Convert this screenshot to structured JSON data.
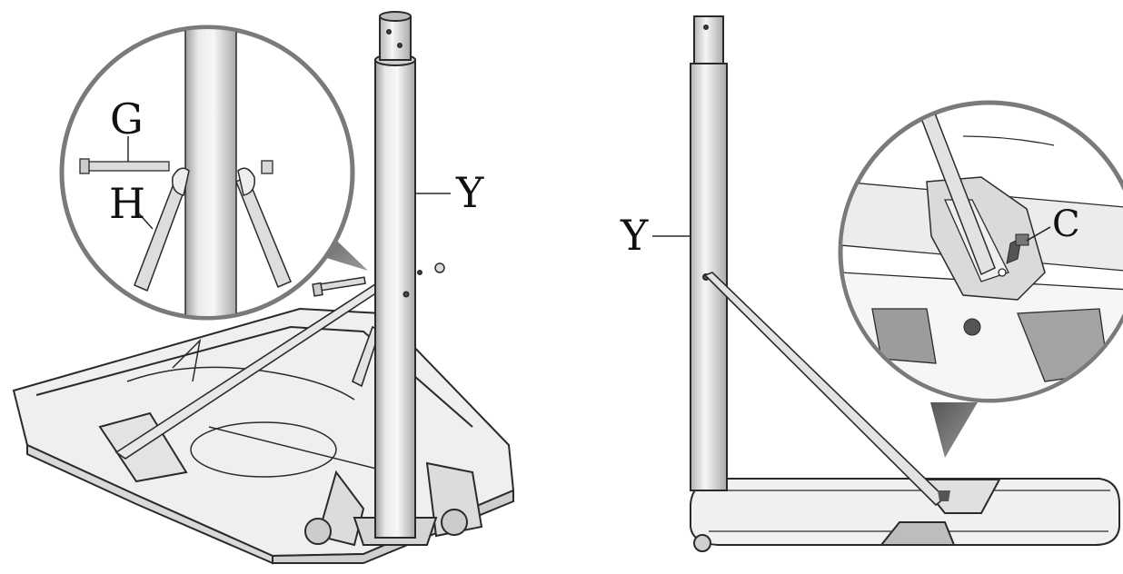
{
  "labels": {
    "g": "G",
    "h": "H",
    "y_left": "Y",
    "y_right": "Y",
    "c": "C"
  },
  "colors": {
    "line": "#2a2a2a",
    "pole_light": "#f2f2f2",
    "pole_mid": "#d6d6d6",
    "pole_dark": "#9e9e9e",
    "base_fill": "#eeeeee",
    "shadow": "#6f6f6f",
    "callout": "#7a7a7a"
  }
}
